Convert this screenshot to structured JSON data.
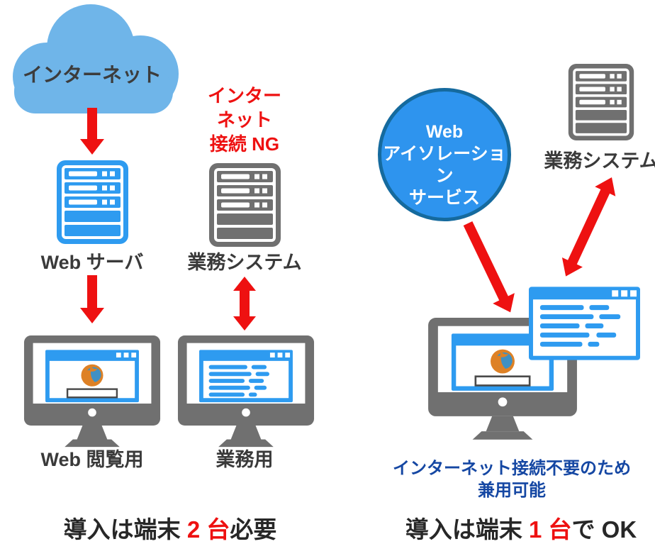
{
  "left": {
    "cloud_label": "インターネット",
    "web_server_label": "Web サーバ",
    "web_monitor_label": "Web 閲覧用",
    "ng_lines": {
      "0": "インター",
      "1": "ネット",
      "2": "接続 NG"
    },
    "biz_server_label": "業務システム",
    "biz_monitor_label": "業務用",
    "caption": {
      "pre": "導入は端末 ",
      "highlight": "2 台",
      "post": "必要"
    }
  },
  "right": {
    "circle_lines": {
      "0": "Web",
      "1": "アイソレーション",
      "2": "サービス"
    },
    "biz_server_label": "業務システム",
    "note_lines": {
      "0": "インターネット接続不要のため",
      "1": "兼用可能"
    },
    "caption": {
      "pre": "導入は端末 ",
      "highlight": "1 台",
      "post": "で OK"
    }
  },
  "colors": {
    "cloud_blue": "#6fb5e9",
    "icon_blue": "#2e9bf0",
    "icon_gray": "#707070",
    "arrow_red": "#ee1111",
    "ng_red": "#ee1111",
    "note_blue": "#1547a3",
    "circle_fill": "#2e94ee",
    "circle_border": "#156a9e",
    "text_dark": "#3a3a3a"
  },
  "icons": {
    "cloud": "internet-cloud-icon",
    "server": "rack-server-icon",
    "monitor": "desktop-monitor-icon",
    "browser": "firefox-browser-icon",
    "window": "business-app-window-icon",
    "arrow": "red-arrow-icon"
  }
}
